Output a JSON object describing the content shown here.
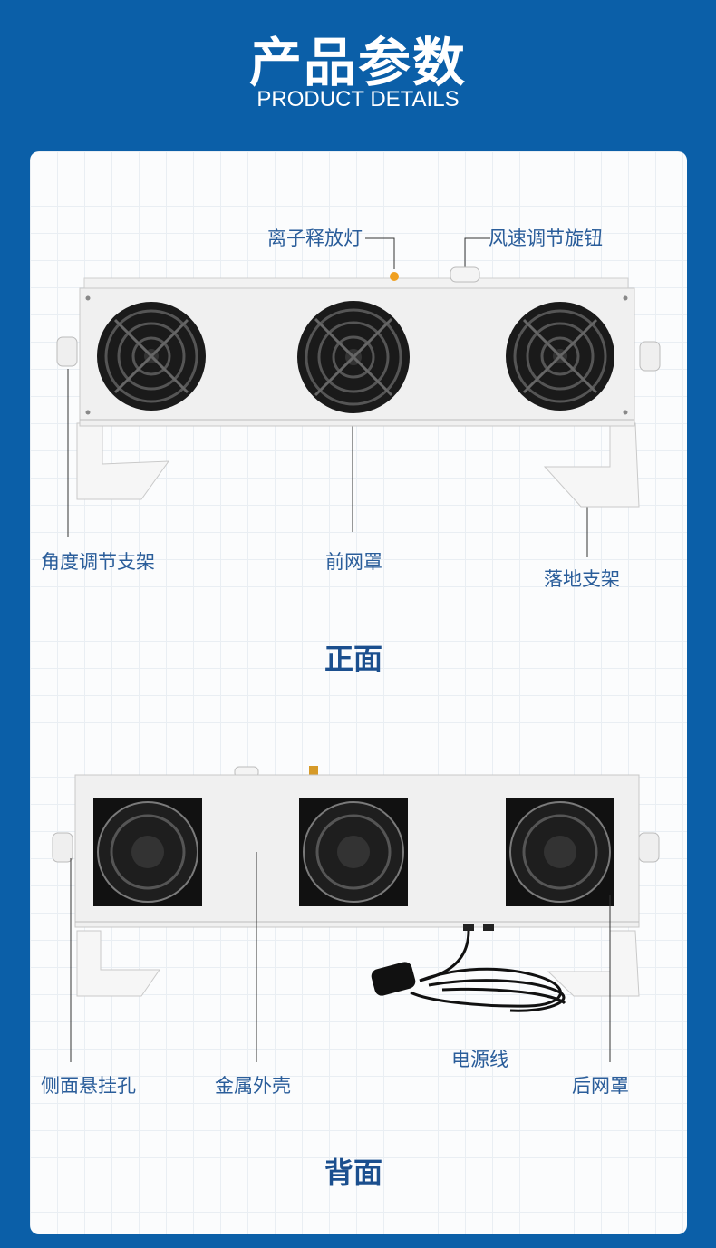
{
  "header": {
    "title": "产品参数",
    "subtitle": "PRODUCT DETAILS"
  },
  "front": {
    "labels": {
      "ion_lamp": "离子释放灯",
      "speed_knob": "风速调节旋钮",
      "angle_bracket": "角度调节支架",
      "front_grille": "前网罩",
      "floor_stand": "落地支架"
    },
    "section_title": "正面"
  },
  "back": {
    "labels": {
      "side_hole": "侧面悬挂孔",
      "metal_shell": "金属外壳",
      "power_cord": "电源线",
      "rear_grille": "后网罩"
    },
    "section_title": "背面"
  },
  "colors": {
    "background": "#0b5fa8",
    "label": "#2a5d9a",
    "section": "#1b4f8e",
    "lamp": "#f0a020"
  }
}
